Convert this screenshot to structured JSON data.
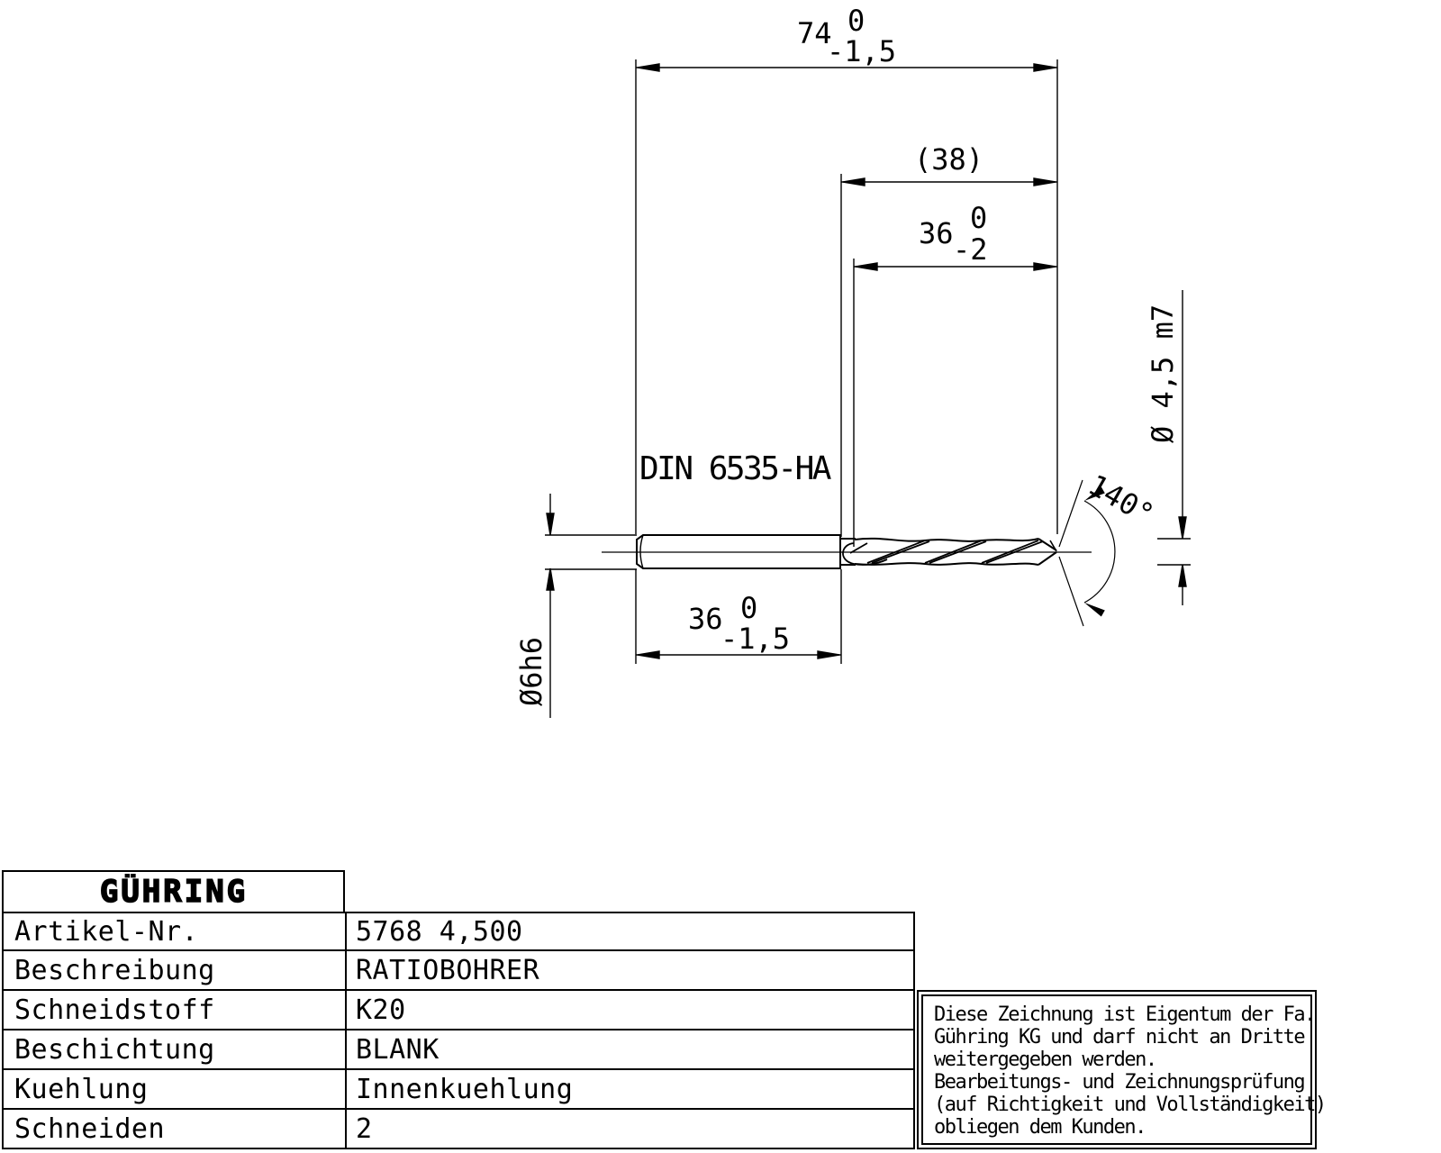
{
  "drawing": {
    "dim_total_length": {
      "value": "74",
      "tol_top": "0",
      "tol_bottom": "-1,5"
    },
    "dim_ref_length": {
      "value": "(38)"
    },
    "dim_flute_length": {
      "value": "36",
      "tol_top": "0",
      "tol_bottom": "-2"
    },
    "dim_shank_length": {
      "value": "36",
      "tol_top": "0",
      "tol_bottom": "-1,5"
    },
    "shank_standard": "DIN 6535-HA",
    "shank_diameter": "Ø6h6",
    "cutting_diameter": "Ø 4,5 m7",
    "point_angle": "140°"
  },
  "table": {
    "logo": "GÜHRING",
    "rows": [
      {
        "label": "Artikel-Nr.",
        "value": "5768 4,500"
      },
      {
        "label": "Beschreibung",
        "value": "RATIOBOHRER"
      },
      {
        "label": "Schneidstoff",
        "value": "K20"
      },
      {
        "label": "Beschichtung",
        "value": "BLANK"
      },
      {
        "label": "Kuehlung",
        "value": "Innenkuehlung"
      },
      {
        "label": "Schneiden",
        "value": "2"
      }
    ]
  },
  "notice": {
    "lines": [
      "Diese Zeichnung ist Eigentum der Fa.",
      "Gühring KG und darf nicht an Dritte",
      "weitergegeben werden.",
      "Bearbeitungs- und Zeichnungsprüfung",
      "(auf Richtigkeit und Vollständigkeit)",
      "obliegen dem Kunden."
    ]
  },
  "colors": {
    "line": "#000000",
    "background": "#ffffff"
  }
}
